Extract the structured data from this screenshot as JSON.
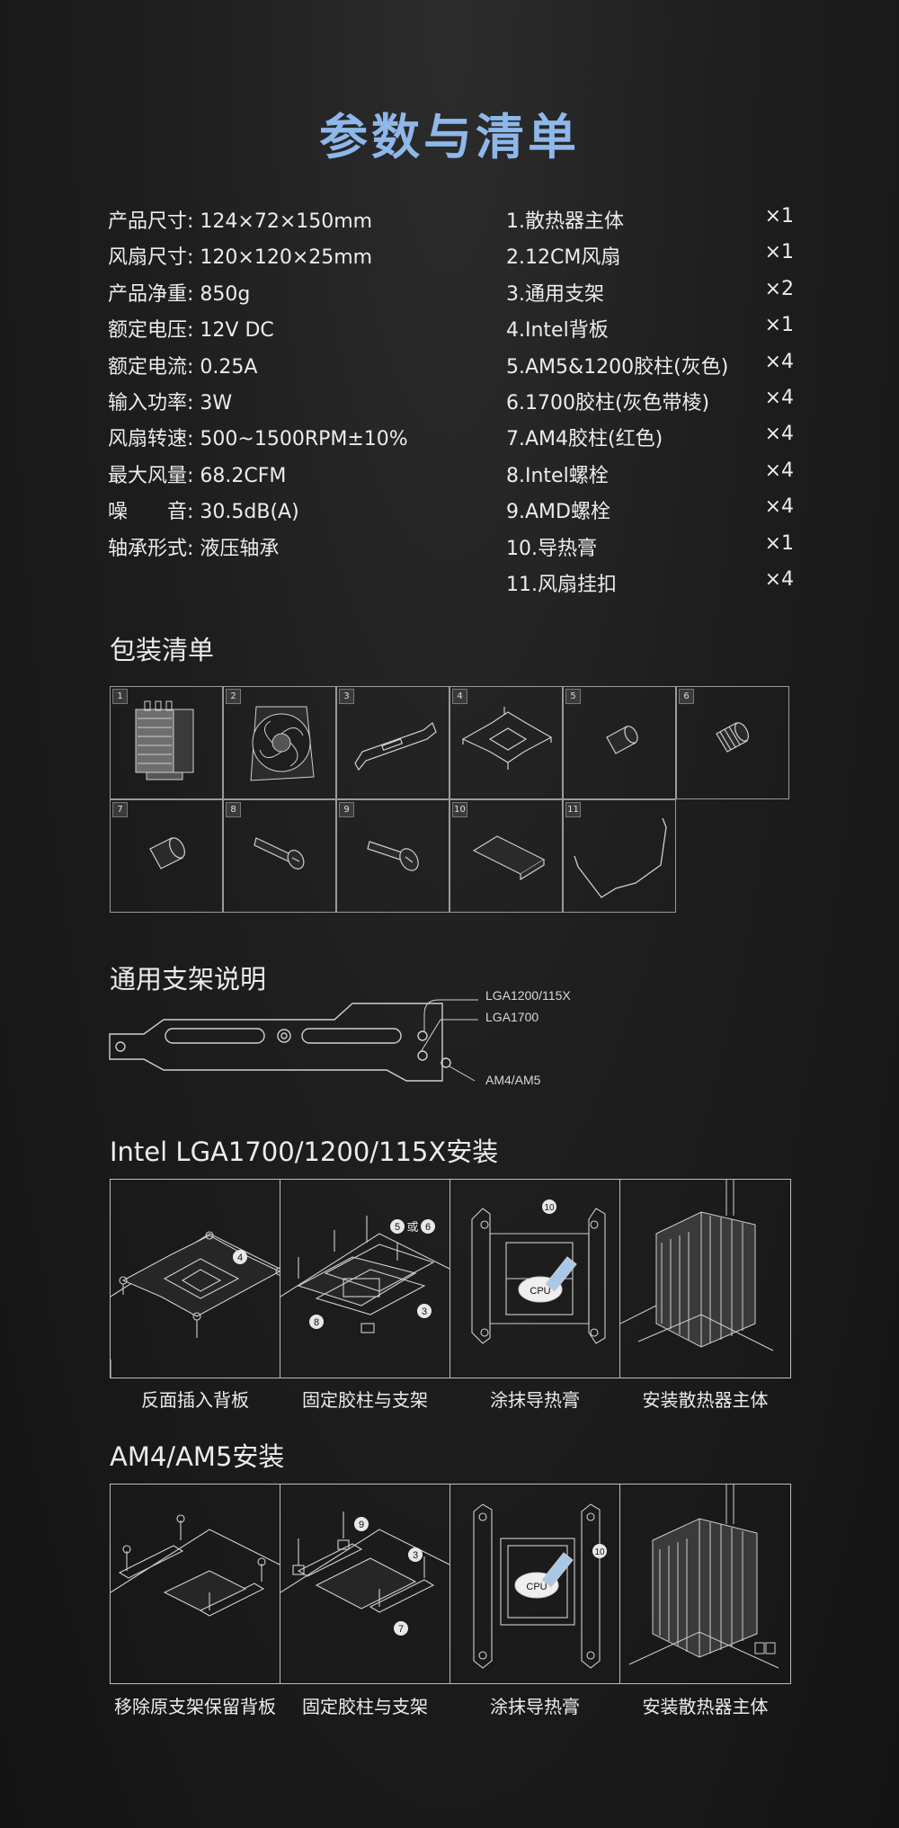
{
  "title": "参数与清单",
  "specs": [
    "产品尺寸: 124×72×150mm",
    "风扇尺寸: 120×120×25mm",
    "产品净重: 850g",
    "额定电压: 12V DC",
    "额定电流: 0.25A",
    "输入功率: 3W",
    "风扇转速: 500~1500RPM±10%",
    "最大风量: 68.2CFM",
    "噪　　音: 30.5dB(A)",
    "轴承形式: 液压轴承"
  ],
  "items": [
    {
      "name": "1.散热器主体",
      "qty": "×1"
    },
    {
      "name": "2.12CM风扇",
      "qty": "×1"
    },
    {
      "name": "3.通用支架",
      "qty": "×2"
    },
    {
      "name": "4.Intel背板",
      "qty": "×1"
    },
    {
      "name": "5.AM5&1200胶柱(灰色)",
      "qty": "×4"
    },
    {
      "name": "6.1700胶柱(灰色带棱)",
      "qty": "×4"
    },
    {
      "name": "7.AM4胶柱(红色)",
      "qty": "×4"
    },
    {
      "name": "8.Intel螺栓",
      "qty": "×4"
    },
    {
      "name": "9.AMD螺栓",
      "qty": "×4"
    },
    {
      "name": "10.导热膏",
      "qty": "×1"
    },
    {
      "name": "11.风扇挂扣",
      "qty": "×4"
    }
  ],
  "package": {
    "title": "包装清单",
    "cells": [
      "1",
      "2",
      "3",
      "4",
      "5",
      "6",
      "7",
      "8",
      "9",
      "10",
      "11"
    ]
  },
  "bracket": {
    "title": "通用支架说明",
    "labels": [
      "LGA1200/115X",
      "LGA1700",
      "AM4/AM5"
    ]
  },
  "intel": {
    "title": "Intel LGA1700/1200/115X安装",
    "captions": [
      "反面插入背板",
      "固定胶柱与支架",
      "涂抹导热膏",
      "安装散热器主体"
    ],
    "callouts": [
      "4",
      "5",
      "或",
      "6",
      "8",
      "3",
      "10"
    ],
    "cpu_label": "CPU"
  },
  "amd": {
    "title": "AM4/AM5安装",
    "captions": [
      "移除原支架保留背板",
      "固定胶柱与支架",
      "涂抹导热膏",
      "安装散热器主体"
    ],
    "callouts": [
      "9",
      "3",
      "7",
      "10"
    ],
    "cpu_label": "CPU"
  }
}
